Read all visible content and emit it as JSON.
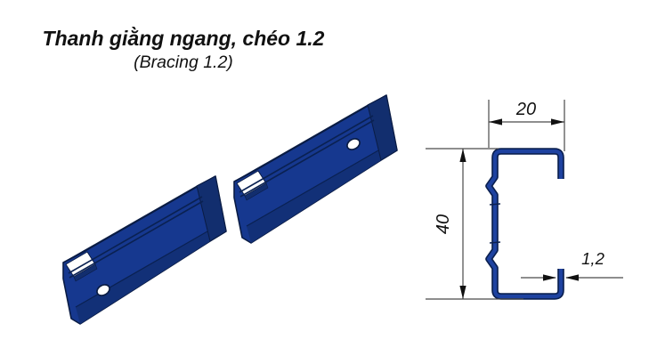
{
  "header": {
    "title": "Thanh giằng ngang, chéo 1.2",
    "subtitle": "(Bracing 1.2)"
  },
  "figure": {
    "kind": "technical-drawing",
    "component": "C-channel bracing bar shown as two broken 3D segments plus cross-section",
    "dimensions": {
      "width": "20",
      "height": "40",
      "thickness": "1,2"
    }
  },
  "colors": {
    "steel-top": "#1e4ca6",
    "steel-front": "#16388f",
    "steel-dark": "#122e6e",
    "steel-strip": "#123077",
    "outline": "#0a1c44",
    "groove": "#0a2152",
    "profile-blue": "#1e42a0",
    "profile-edge": "#0b2050",
    "dim-line": "#4a4a4a",
    "ink": "#111111",
    "paper": "#ffffff"
  }
}
